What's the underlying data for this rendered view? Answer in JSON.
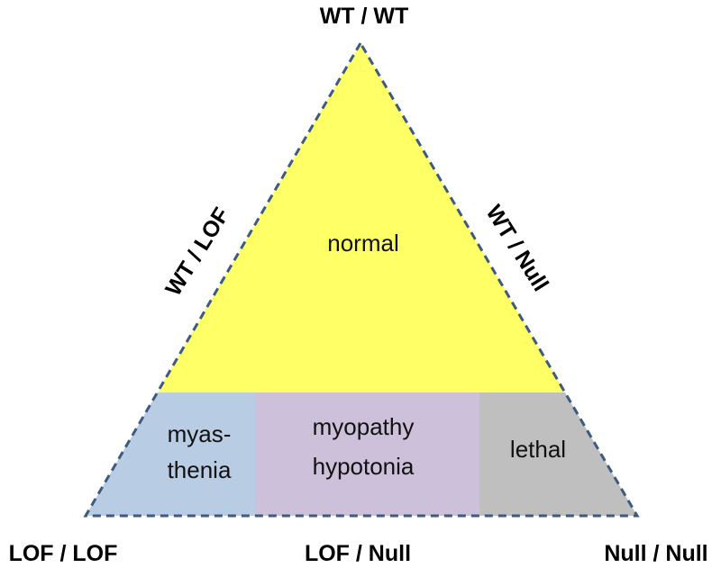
{
  "vertices": {
    "top": "WT / WT",
    "bottom_left": "LOF / LOF",
    "bottom_middle": "LOF / Null",
    "bottom_right": "Null / Null"
  },
  "edges": {
    "left": "WT / LOF",
    "right": "WT / Null"
  },
  "regions": {
    "normal": {
      "label": "normal",
      "color": "#ffff66"
    },
    "myasthenia": {
      "line1": "myas-",
      "line2": "thenia",
      "color": "#b8cce4"
    },
    "myopathy": {
      "line1": "myopathy",
      "line2": "hypotonia",
      "color": "#ccc0da"
    },
    "lethal": {
      "label": "lethal",
      "color": "#bfbfbf"
    }
  },
  "border_color": "#3d5a80"
}
